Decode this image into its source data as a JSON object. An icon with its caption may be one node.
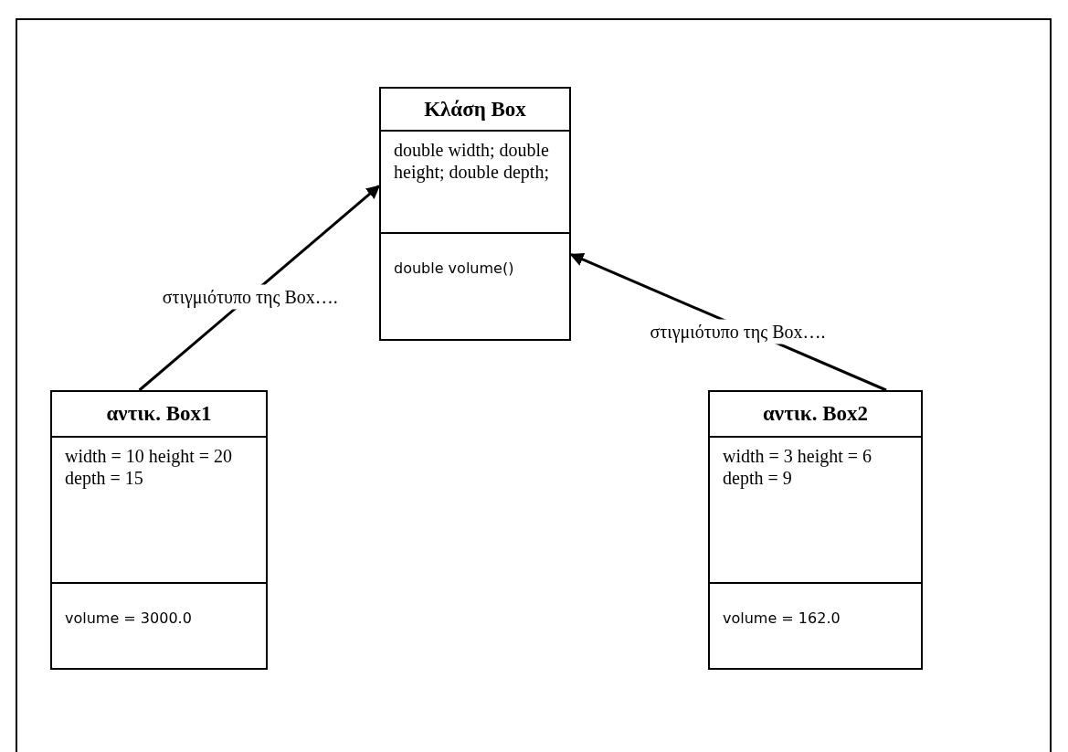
{
  "diagram": {
    "nodes": [
      {
        "text": [
          "Κλάση Box",
          "double width; double height; double depth;",
          "double volume()"
        ]
      },
      {
        "text": [
          "αντικ. Box1",
          "width = 10 height = 20 depth = 15",
          "volume = 3000.0"
        ]
      },
      {
        "text": [
          "αντικ. Box2",
          "width = 3 height = 6 depth = 9",
          "volume = 162.0"
        ]
      }
    ],
    "edges": [
      {
        "from": 1,
        "to": 0,
        "arrow": "to",
        "label": "στιγμιότυπο της Box…."
      },
      {
        "from": 2,
        "to": 0,
        "arrow": "to",
        "label": "στιγμιότυπο της Box…."
      }
    ]
  }
}
